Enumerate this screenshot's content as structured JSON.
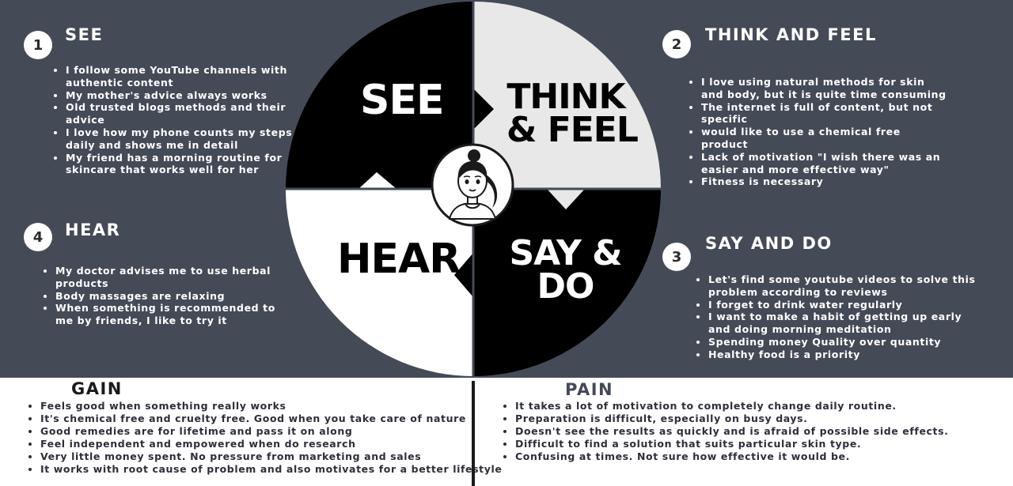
{
  "see": {
    "number": "1",
    "title": "SEE",
    "items": [
      "I follow some YouTube channels with authentic content",
      "My mother's advice always works",
      "Old trusted blogs methods and their advice",
      "I love how my phone counts my steps daily and shows me in detail",
      "My friend has a morning routine for skincare that works well for her"
    ]
  },
  "think": {
    "number": "2",
    "title": "THINK AND FEEL",
    "items": [
      "I love using natural methods for skin and body, but it is quite time consuming",
      "The internet is full of content, but not specific",
      "would like to use a chemical free product",
      "Lack of motivation \"I wish there was an easier and more effective way\"",
      "Fitness is necessary"
    ]
  },
  "say": {
    "number": "3",
    "title": "SAY AND DO",
    "items": [
      "Let's find some youtube videos to solve this problem according to reviews",
      "I forget to drink water regularly",
      "I want to make a habit of getting up early and doing morning meditation",
      "Spending money Quality over quantity",
      "Healthy food is a priority"
    ]
  },
  "hear": {
    "number": "4",
    "title": "HEAR",
    "items": [
      "My doctor advises me to use herbal products",
      "Body massages are relaxing",
      "When something is recommended to me by friends, I like to try it"
    ]
  },
  "wheel": {
    "see_label": "SEE",
    "think_line1": "THINK",
    "think_line2": "& FEEL",
    "hear_label": "HEAR",
    "say_line1": "SAY &",
    "say_line2": "DO",
    "avatar_icon": "woman-avatar-icon"
  },
  "gain": {
    "title": "GAIN",
    "items": [
      "Feels good when something really works",
      "It's chemical free and cruelty free. Good when you take care of nature",
      "Good remedies are for lifetime and pass it on along",
      "Feel independent and empowered when do research",
      "Very little money spent. No pressure from marketing and sales",
      "It works with root cause of problem and also motivates for a better lifestyle"
    ]
  },
  "pain": {
    "title": "PAIN",
    "items": [
      "It takes a lot of motivation to completely change daily routine.",
      "Preparation is difficult, especially on busy days.",
      "Doesn't see the results as quickly and is afraid of possible side effects.",
      "Difficult to find a solution that suits particular skin type.",
      "Confusing at times. Not sure how effective it would be."
    ]
  },
  "colors": {
    "background": "#454a57",
    "black": "#000000",
    "white": "#ffffff",
    "light_grey": "#e8e8e8",
    "pain_title": "#454a57"
  }
}
